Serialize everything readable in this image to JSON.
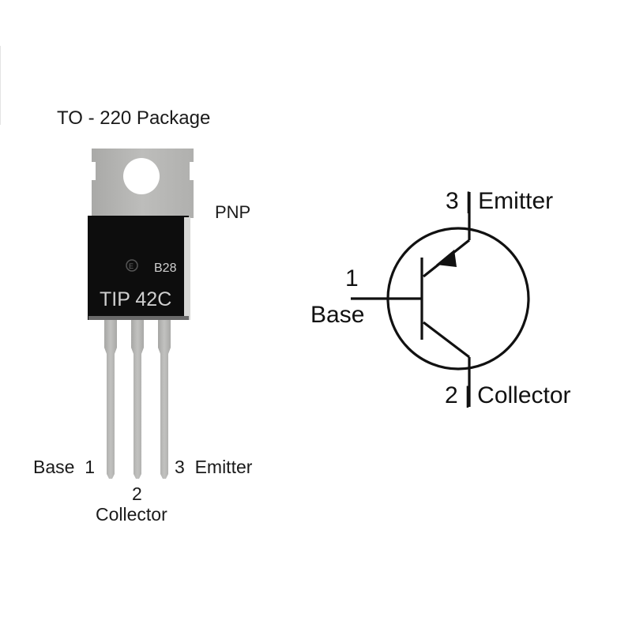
{
  "package": {
    "title": "TO - 220 Package",
    "type_label": "PNP",
    "part_number": "TIP 42C",
    "marking_code": "B28",
    "logo": "manufacturer-logo"
  },
  "package_pins": {
    "base": "Base  1",
    "emitter": "3  Emitter",
    "collector_number": "2",
    "collector": "Collector"
  },
  "symbol": {
    "emitter": "3 | Emitter",
    "base_number": "1",
    "base": "Base",
    "collector": "2 | Collector"
  },
  "colors": {
    "metal_tab": "#b5b5b3",
    "body": "#0d0d0d",
    "leads": "#b4b4b2",
    "line": "#111111"
  }
}
